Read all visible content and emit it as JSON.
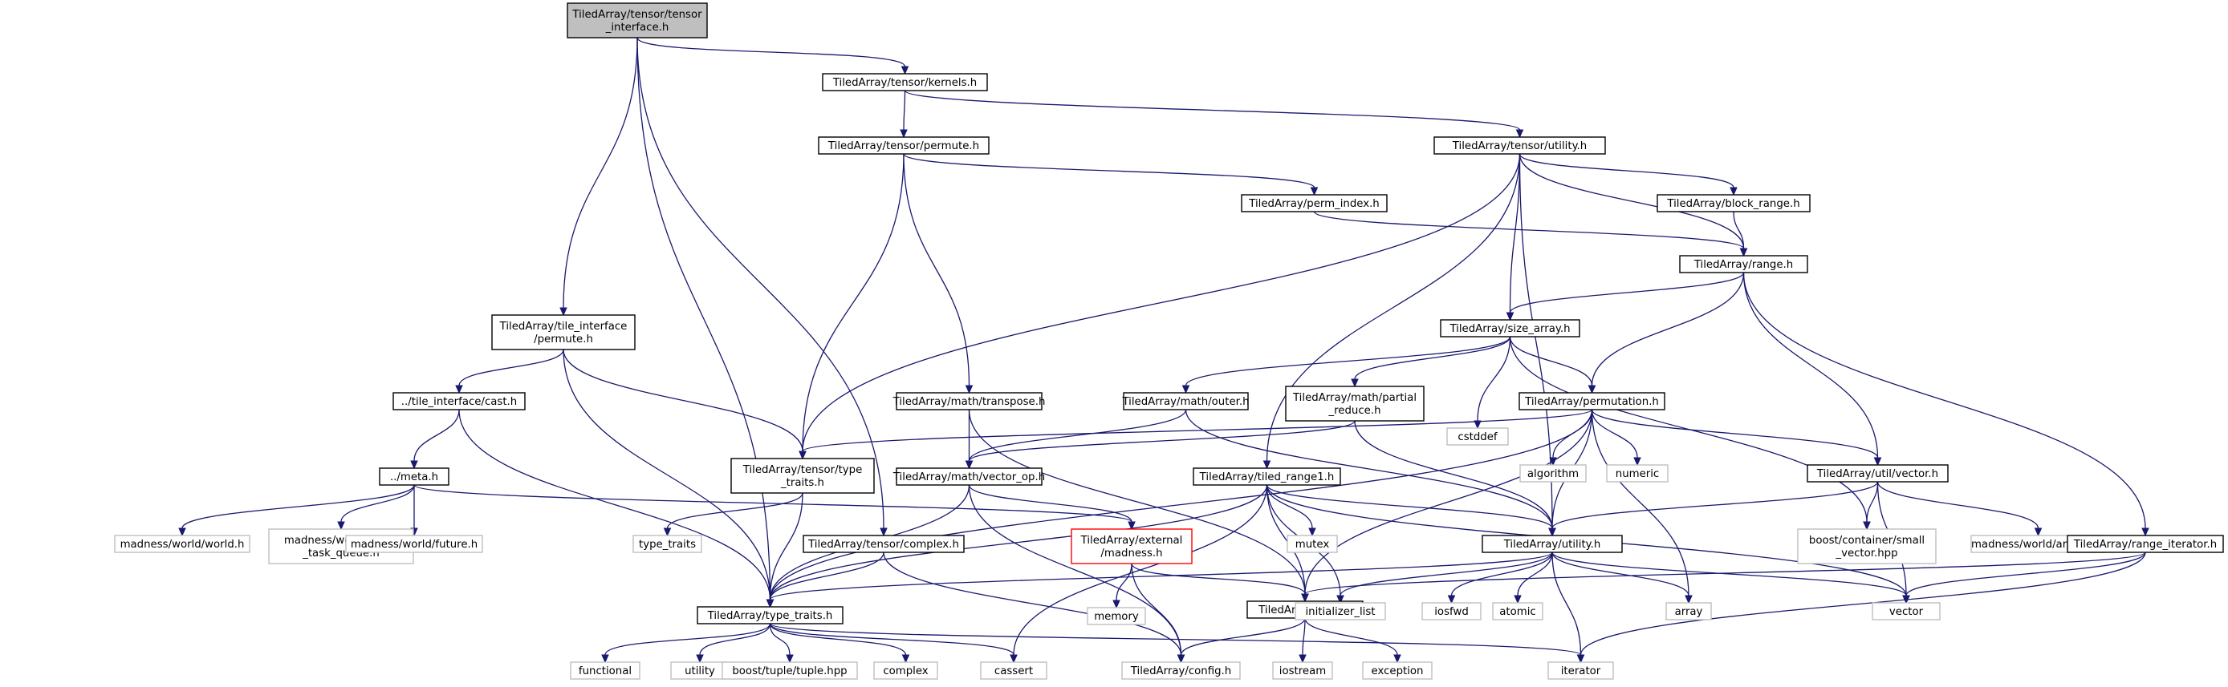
{
  "graph": {
    "title": "",
    "nodes": [
      {
        "id": "n0",
        "lines": [
          "TiledArray/tensor/tensor",
          "_interface.h"
        ],
        "kind": "focus"
      },
      {
        "id": "n1",
        "lines": [
          "TiledArray/tensor/kernels.h"
        ],
        "kind": "project"
      },
      {
        "id": "n2",
        "lines": [
          "TiledArray/tensor/permute.h"
        ],
        "kind": "project"
      },
      {
        "id": "n3",
        "lines": [
          "TiledArray/tensor/utility.h"
        ],
        "kind": "project"
      },
      {
        "id": "n4",
        "lines": [
          "TiledArray/perm_index.h"
        ],
        "kind": "project"
      },
      {
        "id": "n5",
        "lines": [
          "TiledArray/block_range.h"
        ],
        "kind": "project"
      },
      {
        "id": "n6",
        "lines": [
          "TiledArray/range.h"
        ],
        "kind": "project"
      },
      {
        "id": "n7",
        "lines": [
          "TiledArray/tile_interface",
          "/permute.h"
        ],
        "kind": "project"
      },
      {
        "id": "n8",
        "lines": [
          "TiledArray/size_array.h"
        ],
        "kind": "project"
      },
      {
        "id": "n9",
        "lines": [
          "../tile_interface/cast.h"
        ],
        "kind": "project"
      },
      {
        "id": "n10",
        "lines": [
          "TiledArray/math/transpose.h"
        ],
        "kind": "project"
      },
      {
        "id": "n11",
        "lines": [
          "TiledArray/math/outer.h"
        ],
        "kind": "project"
      },
      {
        "id": "n12",
        "lines": [
          "TiledArray/math/partial",
          "_reduce.h"
        ],
        "kind": "project"
      },
      {
        "id": "n13",
        "lines": [
          "cstddef"
        ],
        "kind": "external"
      },
      {
        "id": "n14",
        "lines": [
          "TiledArray/permutation.h"
        ],
        "kind": "project"
      },
      {
        "id": "n15",
        "lines": [
          "../meta.h"
        ],
        "kind": "project"
      },
      {
        "id": "n16",
        "lines": [
          "TiledArray/tensor/type",
          "_traits.h"
        ],
        "kind": "project"
      },
      {
        "id": "n17",
        "lines": [
          "TiledArray/math/vector_op.h"
        ],
        "kind": "project"
      },
      {
        "id": "n18",
        "lines": [
          "TiledArray/tiled_range1.h"
        ],
        "kind": "project"
      },
      {
        "id": "n19",
        "lines": [
          "algorithm"
        ],
        "kind": "external"
      },
      {
        "id": "n20",
        "lines": [
          "numeric"
        ],
        "kind": "external"
      },
      {
        "id": "n21",
        "lines": [
          "TiledArray/util/vector.h"
        ],
        "kind": "project"
      },
      {
        "id": "n22",
        "lines": [
          "madness/world/world.h"
        ],
        "kind": "external"
      },
      {
        "id": "n23",
        "lines": [
          "madness/world/world",
          "_task_queue.h"
        ],
        "kind": "external"
      },
      {
        "id": "n24",
        "lines": [
          "madness/world/future.h"
        ],
        "kind": "external"
      },
      {
        "id": "n25",
        "lines": [
          "type_traits"
        ],
        "kind": "external"
      },
      {
        "id": "n26",
        "lines": [
          "TiledArray/tensor/complex.h"
        ],
        "kind": "project"
      },
      {
        "id": "n27",
        "lines": [
          "TiledArray/external",
          "/madness.h"
        ],
        "kind": "missing"
      },
      {
        "id": "n28",
        "lines": [
          "mutex"
        ],
        "kind": "external"
      },
      {
        "id": "n29",
        "lines": [
          "TiledArray/utility.h"
        ],
        "kind": "project"
      },
      {
        "id": "n30",
        "lines": [
          "boost/container/small",
          "_vector.hpp"
        ],
        "kind": "external"
      },
      {
        "id": "n31",
        "lines": [
          "madness/world/archive.h"
        ],
        "kind": "external"
      },
      {
        "id": "n32",
        "lines": [
          "TiledArray/range_iterator.h"
        ],
        "kind": "project"
      },
      {
        "id": "n33",
        "lines": [
          "TiledArray/type_traits.h"
        ],
        "kind": "project"
      },
      {
        "id": "n34",
        "lines": [
          "memory"
        ],
        "kind": "external"
      },
      {
        "id": "n35",
        "lines": [
          "TiledArray/error.h"
        ],
        "kind": "project"
      },
      {
        "id": "n36",
        "lines": [
          "initializer_list"
        ],
        "kind": "external"
      },
      {
        "id": "n37",
        "lines": [
          "iosfwd"
        ],
        "kind": "external"
      },
      {
        "id": "n38",
        "lines": [
          "atomic"
        ],
        "kind": "external"
      },
      {
        "id": "n39",
        "lines": [
          "array"
        ],
        "kind": "external"
      },
      {
        "id": "n40",
        "lines": [
          "vector"
        ],
        "kind": "external"
      },
      {
        "id": "n41",
        "lines": [
          "functional"
        ],
        "kind": "external"
      },
      {
        "id": "n42",
        "lines": [
          "utility"
        ],
        "kind": "external"
      },
      {
        "id": "n43",
        "lines": [
          "boost/tuple/tuple.hpp"
        ],
        "kind": "external"
      },
      {
        "id": "n44",
        "lines": [
          "complex"
        ],
        "kind": "external"
      },
      {
        "id": "n45",
        "lines": [
          "cassert"
        ],
        "kind": "external"
      },
      {
        "id": "n46",
        "lines": [
          "TiledArray/config.h"
        ],
        "kind": "external"
      },
      {
        "id": "n47",
        "lines": [
          "iostream"
        ],
        "kind": "external"
      },
      {
        "id": "n48",
        "lines": [
          "exception"
        ],
        "kind": "external"
      },
      {
        "id": "n49",
        "lines": [
          "iterator"
        ],
        "kind": "external"
      }
    ],
    "edges": [
      [
        "n0",
        "n1"
      ],
      [
        "n0",
        "n7"
      ],
      [
        "n0",
        "n26"
      ],
      [
        "n0",
        "n33"
      ],
      [
        "n1",
        "n2"
      ],
      [
        "n1",
        "n3"
      ],
      [
        "n2",
        "n4"
      ],
      [
        "n2",
        "n16"
      ],
      [
        "n2",
        "n10"
      ],
      [
        "n3",
        "n5"
      ],
      [
        "n3",
        "n6"
      ],
      [
        "n3",
        "n8"
      ],
      [
        "n3",
        "n16"
      ],
      [
        "n3",
        "n18"
      ],
      [
        "n3",
        "n29"
      ],
      [
        "n4",
        "n6"
      ],
      [
        "n5",
        "n6"
      ],
      [
        "n6",
        "n8"
      ],
      [
        "n6",
        "n14"
      ],
      [
        "n6",
        "n21"
      ],
      [
        "n6",
        "n32"
      ],
      [
        "n7",
        "n9"
      ],
      [
        "n7",
        "n16"
      ],
      [
        "n7",
        "n33"
      ],
      [
        "n8",
        "n11"
      ],
      [
        "n8",
        "n12"
      ],
      [
        "n8",
        "n13"
      ],
      [
        "n8",
        "n14"
      ],
      [
        "n8",
        "n30"
      ],
      [
        "n9",
        "n15"
      ],
      [
        "n9",
        "n33"
      ],
      [
        "n10",
        "n17"
      ],
      [
        "n10",
        "n35"
      ],
      [
        "n11",
        "n17"
      ],
      [
        "n11",
        "n29"
      ],
      [
        "n12",
        "n17"
      ],
      [
        "n12",
        "n29"
      ],
      [
        "n14",
        "n16"
      ],
      [
        "n14",
        "n19"
      ],
      [
        "n14",
        "n20"
      ],
      [
        "n14",
        "n21"
      ],
      [
        "n14",
        "n29"
      ],
      [
        "n14",
        "n35"
      ],
      [
        "n14",
        "n39"
      ],
      [
        "n14",
        "n33"
      ],
      [
        "n15",
        "n22"
      ],
      [
        "n15",
        "n23"
      ],
      [
        "n15",
        "n24"
      ],
      [
        "n15",
        "n27"
      ],
      [
        "n16",
        "n25"
      ],
      [
        "n16",
        "n33"
      ],
      [
        "n17",
        "n27"
      ],
      [
        "n17",
        "n33"
      ],
      [
        "n17",
        "n46"
      ],
      [
        "n18",
        "n28"
      ],
      [
        "n18",
        "n29"
      ],
      [
        "n18",
        "n35"
      ],
      [
        "n18",
        "n36"
      ],
      [
        "n18",
        "n33"
      ],
      [
        "n18",
        "n45"
      ],
      [
        "n18",
        "n40"
      ],
      [
        "n21",
        "n29"
      ],
      [
        "n21",
        "n30"
      ],
      [
        "n21",
        "n31"
      ],
      [
        "n21",
        "n40"
      ],
      [
        "n26",
        "n33"
      ],
      [
        "n26",
        "n46"
      ],
      [
        "n27",
        "n34"
      ],
      [
        "n27",
        "n35"
      ],
      [
        "n27",
        "n46"
      ],
      [
        "n29",
        "n33"
      ],
      [
        "n29",
        "n36"
      ],
      [
        "n29",
        "n37"
      ],
      [
        "n29",
        "n38"
      ],
      [
        "n29",
        "n39"
      ],
      [
        "n29",
        "n40"
      ],
      [
        "n29",
        "n49"
      ],
      [
        "n32",
        "n35"
      ],
      [
        "n32",
        "n40"
      ],
      [
        "n32",
        "n49"
      ],
      [
        "n33",
        "n41"
      ],
      [
        "n33",
        "n42"
      ],
      [
        "n33",
        "n43"
      ],
      [
        "n33",
        "n44"
      ],
      [
        "n33",
        "n45"
      ],
      [
        "n33",
        "n49"
      ],
      [
        "n35",
        "n46"
      ],
      [
        "n35",
        "n47"
      ],
      [
        "n35",
        "n48"
      ]
    ]
  }
}
